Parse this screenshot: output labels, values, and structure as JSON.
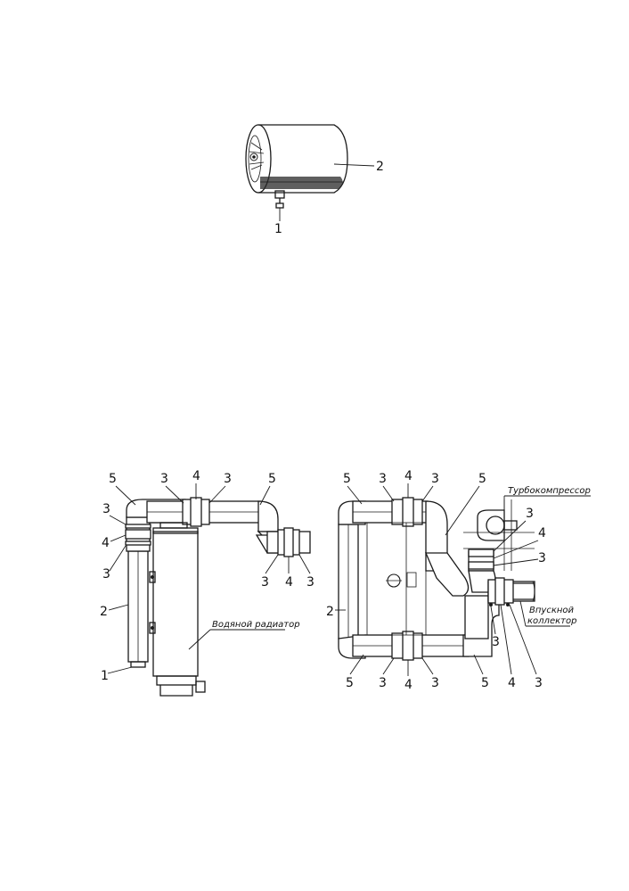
{
  "top_view": {
    "callouts": {
      "drain": "1",
      "tank": "2"
    }
  },
  "left_view": {
    "callouts": {
      "c1": "1",
      "c2": "2",
      "c3a": "3",
      "c3b": "3",
      "c3c": "3",
      "c3d": "3",
      "c3e": "3",
      "c3f": "3",
      "c4a": "4",
      "c4b": "4",
      "c4c": "4",
      "c5a": "5",
      "c5b": "5"
    },
    "radiator_label": "Водяной радиатор"
  },
  "right_view": {
    "callouts": {
      "c2": "2",
      "c3a": "3",
      "c3b": "3",
      "c3c": "3",
      "c3d": "3",
      "c3e": "3",
      "c3f": "3",
      "c3g": "3",
      "c3h": "3",
      "c4a": "4",
      "c4b": "4",
      "c4c": "4",
      "c4d": "4",
      "c5a": "5",
      "c5b": "5",
      "c5c": "5",
      "c5d": "5"
    },
    "turbo_label": "Турбокомпрессор",
    "intake_label_line1": "Впускной",
    "intake_label_line2": "коллектор"
  }
}
